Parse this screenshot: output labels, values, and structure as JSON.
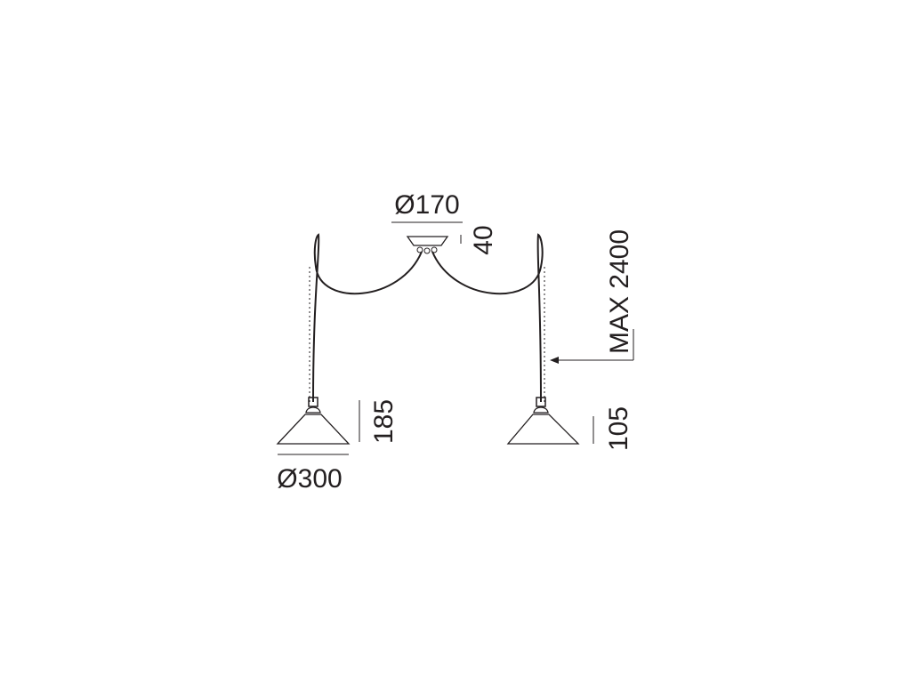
{
  "diagram": {
    "canopy_diameter": "Ø170",
    "canopy_height": "40",
    "max_length": "MAX 2400",
    "left_shade_height": "185",
    "left_shade_diameter": "Ø300",
    "right_shade_height": "105"
  },
  "colors": {
    "line": "#231f20",
    "background": "#ffffff"
  }
}
